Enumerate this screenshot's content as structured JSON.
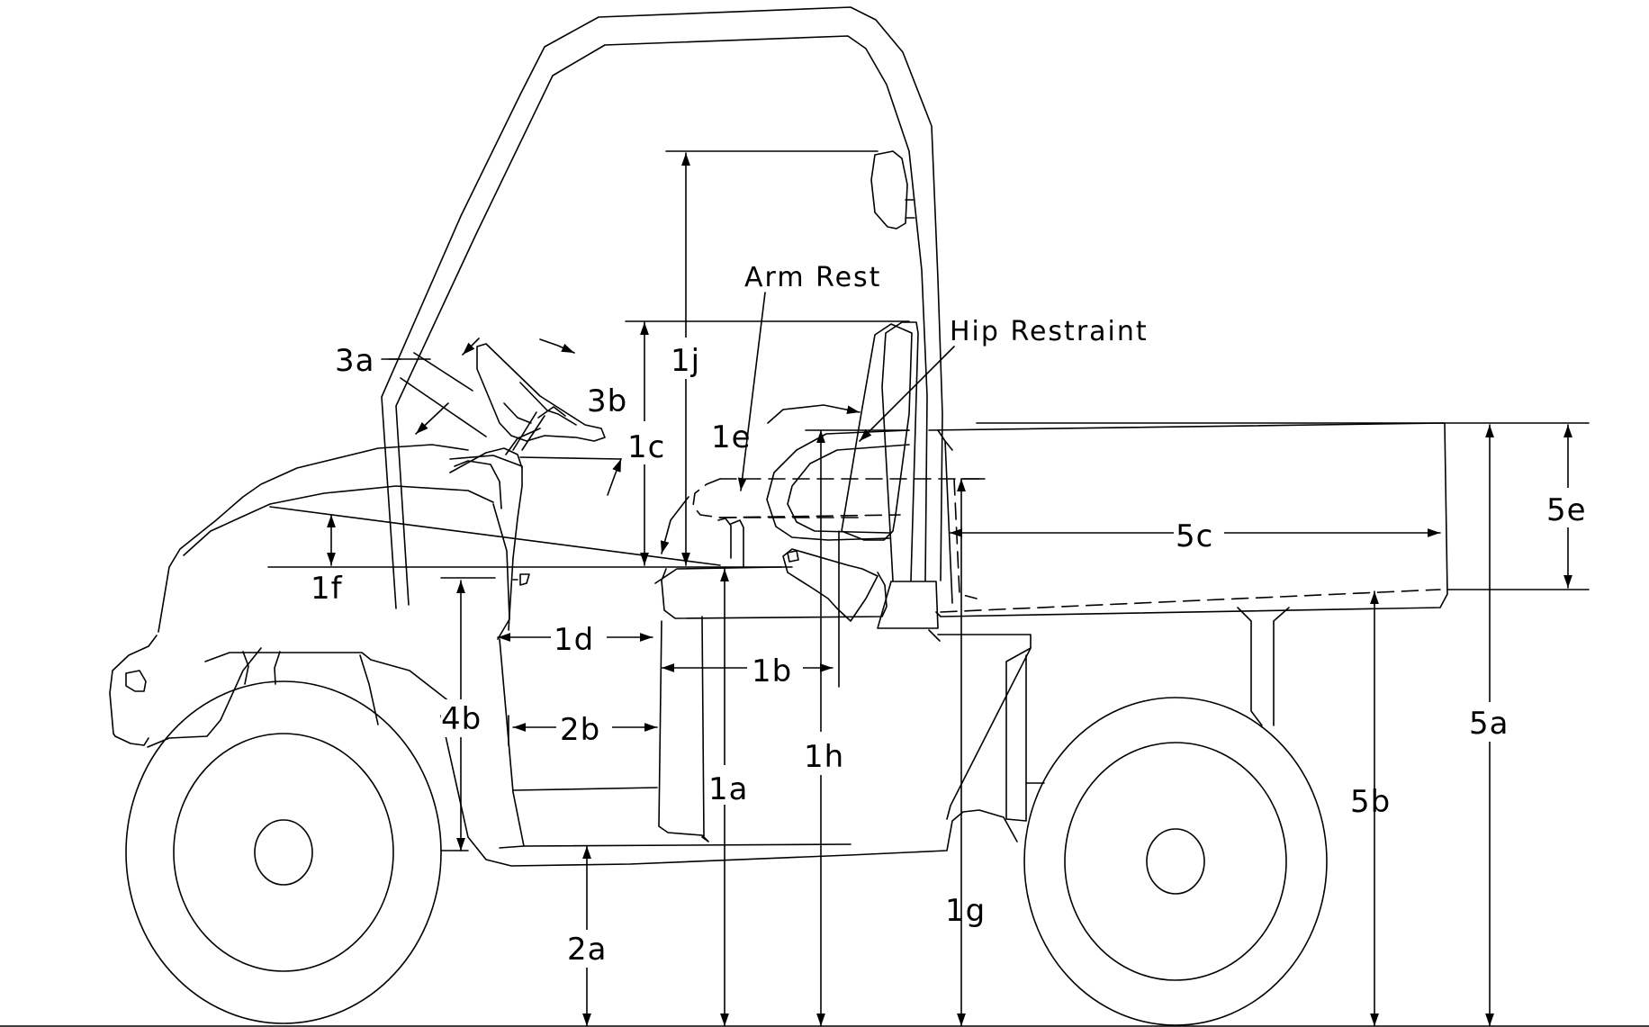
{
  "callouts": {
    "arm_rest": "Arm Rest",
    "hip_restraint": "Hip Restraint"
  },
  "labels": {
    "d1a": "1a",
    "d1b": "1b",
    "d1c": "1c",
    "d1d": "1d",
    "d1e": "1e",
    "d1f": "1f",
    "d1g": "1g",
    "d1h": "1h",
    "d1j": "1j",
    "d2a": "2a",
    "d2b": "2b",
    "d3a": "3a",
    "d3b": "3b",
    "d4b": "4b",
    "d5a": "5a",
    "d5b": "5b",
    "d5c": "5c",
    "d5e": "5e"
  },
  "colors": {
    "ink": "#000000",
    "paper": "#ffffff"
  }
}
